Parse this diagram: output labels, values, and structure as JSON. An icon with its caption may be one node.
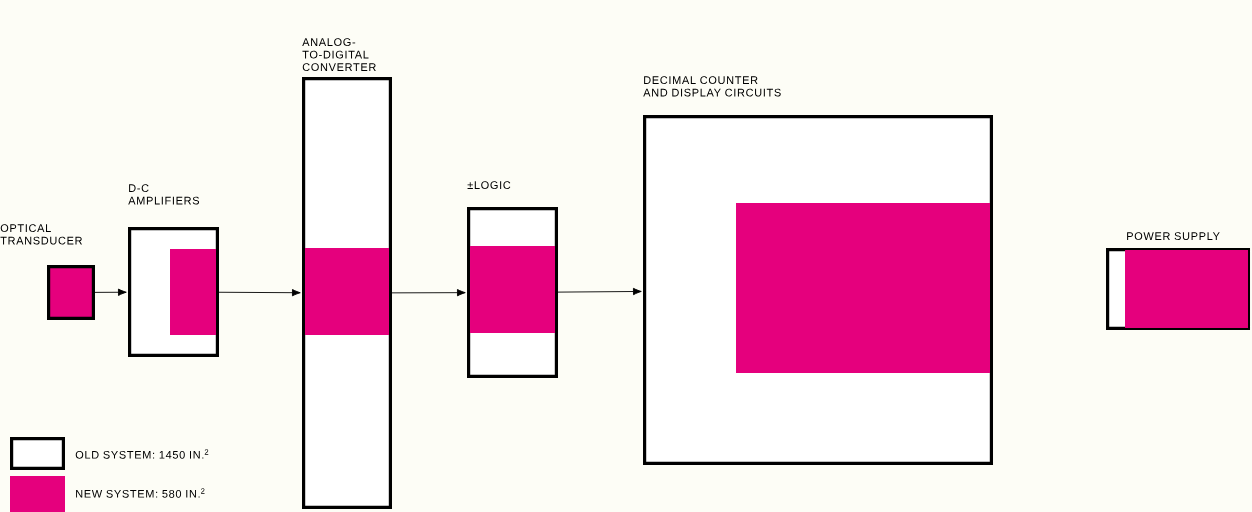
{
  "diagram": {
    "nodes": [
      {
        "text": [
          "OPTICAL TRANSDUCER"
        ]
      },
      {
        "text": [
          "D-C AMPLIFIERS"
        ]
      },
      {
        "text": [],
        "shape": "box",
        "in": 1
      },
      {
        "text": [
          "ANALOG-TO-DIGITAL CONVERTER"
        ]
      },
      {
        "text": [],
        "shape": "box",
        "in": 3
      },
      {
        "text": [
          "±LOGIC"
        ]
      },
      {
        "text": [],
        "shape": "box",
        "in": 5
      },
      {
        "text": [
          "DECIMAL COUNTER AND DISPLAY CIRCUITS"
        ]
      },
      {
        "text": [],
        "shape": "box",
        "in": 7
      },
      {
        "text": [
          "POWER SUPPLY"
        ]
      },
      {
        "text": [],
        "shape": "box",
        "in": 9
      }
    ],
    "edges": [
      {
        "from": 0,
        "to": 1,
        "arrow": "to"
      },
      {
        "from": 1,
        "to": 3,
        "arrow": "to"
      },
      {
        "from": 3,
        "to": 5,
        "arrow": "to"
      },
      {
        "from": 5,
        "to": 7,
        "arrow": "to"
      }
    ],
    "legend": [
      {
        "text": "OLD SYSTEM: 1450 IN.$^{2}$"
      },
      {
        "text": "NEW SYSTEM: 580 IN.$^{2}$",
        "color": "#e5007d"
      }
    ]
  }
}
